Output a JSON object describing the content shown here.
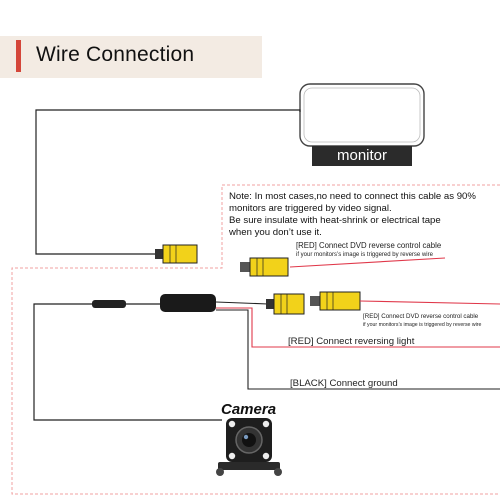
{
  "title": "Wire Connection",
  "monitor_label": "monitor",
  "note": {
    "line1": "Note: In most cases,no need to connect this cable as 90%",
    "line2": "monitors are triggered by video signal.",
    "line3": "Be sure insulate with heat-shrink or electrical tape",
    "line4": "when you don’t use it."
  },
  "dvd_label_1": "[RED] Connect DVD reverse control cable",
  "dvd_sub_1": "if your monitors’s image is triggered by reverse wire",
  "dvd_label_2": "[RED] Connect DVD reverse control cable",
  "dvd_sub_2": "if your monitors’s image is triggered by reverse wire",
  "reversing_label": "[RED] Connect reversing light",
  "ground_label": "[BLACK] Connect ground",
  "camera_label": "Camera",
  "colors": {
    "accent": "#d4463a",
    "title_band": "#f3ebe3",
    "rca_yellow": "#f2d21a",
    "red_wire": "#e0384a",
    "monitor_label_bg": "#2b2b2b"
  }
}
